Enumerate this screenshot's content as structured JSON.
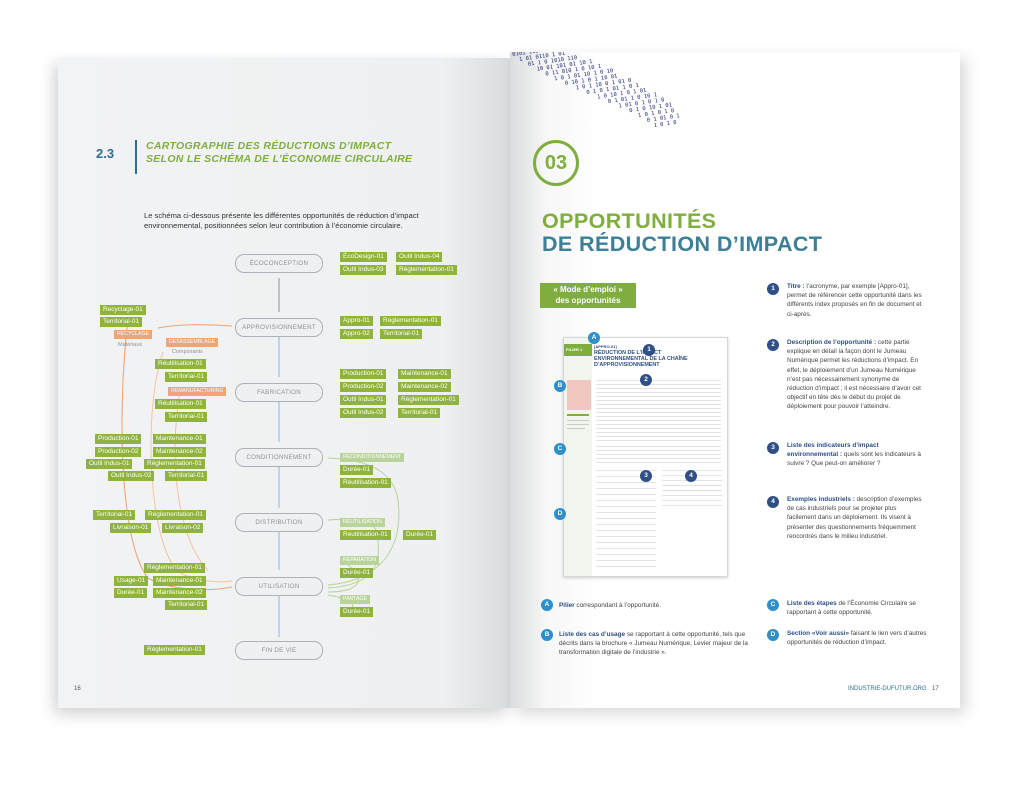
{
  "left_page": {
    "section_number": "2.3",
    "section_title_line1": "CARTOGRAPHIE DES RÉDUCTIONS D’IMPACT",
    "section_title_line2": "SELON LE SCHÉMA DE L’ÉCONOMIE CIRCULAIRE",
    "intro_text": "Le schéma ci-dessous présente les différentes opportunités de réduction d’impact environnemental, positionnées selon leur contribution à l’économie circulaire.",
    "page_number": "16",
    "stages": [
      "ÉCOCONCEPTION",
      "APPROVISIONNEMENT",
      "FABRICATION",
      "CONDITIONNEMENT",
      "DISTRIBUTION",
      "UTILISATION",
      "FIN DE VIE"
    ],
    "tags": {
      "eco": [
        "ÉcoDesign-01",
        "Outil Indus-04",
        "Outil Indus-03",
        "Réglementation-01"
      ],
      "appro_right": [
        "Appro-01",
        "Réglementation-01",
        "Appro-02",
        "Territorial-01"
      ],
      "appro_left": [
        "Recyclage-01",
        "Territorial-01"
      ],
      "appro_left2": [
        "Réutilisation-01",
        "Territorial-01"
      ],
      "fab_left": [
        "Réutilisation-01",
        "Territorial-01"
      ],
      "fab_right": [
        "Production-01",
        "Maintenance-01",
        "Production-02",
        "Maintenance-02",
        "Outil Indus-01",
        "Réglementation-01",
        "Outil Indus-02",
        "Territorial-01"
      ],
      "cond_left": [
        "Production-01",
        "Maintenance-01",
        "Production-02",
        "Maintenance-02",
        "Outil Indus-01",
        "Réglementation-01",
        "Outil Indus-02",
        "Territorial-01"
      ],
      "cond_right": [
        "Durée-01",
        "Réutilisation-01"
      ],
      "dist_left": [
        "Territorial-01",
        "Réglementation-01",
        "Livraison-01",
        "Livraison-02"
      ],
      "dist_right": [
        "Réutilisation-01",
        "Durée-01"
      ],
      "util_left": [
        "Réglementation-01",
        "Usage-01",
        "Maintenance-01",
        "Durée-01",
        "Maintenance-02",
        "Territorial-01"
      ],
      "util_right": [
        "Durée-01",
        "Durée-01"
      ],
      "fin_left": [
        "Réglementation-01"
      ]
    },
    "loop_labels": {
      "recyclage": "RECYCLAGE",
      "materiaux": "Matériaux",
      "desassemblage": "DÉSASSEMBLAGE",
      "composants": "Composants",
      "remanufacturing": "REMANUFACTURING",
      "reconditionnement": "RECONDITIONNEMENT",
      "reutilisation": "RÉUTILISATION",
      "reparation": "RÉPARATION",
      "partage": "PARTAGE"
    }
  },
  "right_page": {
    "chapter_number": "03",
    "title_line1": "OPPORTUNITÉS",
    "title_line2": "DE RÉDUCTION D’IMPACT",
    "mode_label_line1": "« Mode d’emploi »",
    "mode_label_line2": "des opportunités",
    "numbered_items": [
      {
        "n": "1",
        "title": "Titre :",
        "text": "l’acronyme, par exemple [Appro-01], permet de référencer cette opportunité dans les différents index proposés en fin de document et ci-après."
      },
      {
        "n": "2",
        "title": "Description de l’opportunité :",
        "text": "cette partie explique en détail la façon dont le Jumeau Numérique permet les réductions d’impact. En effet, le déploiement d’un Jumeau Numérique n’est pas nécessairement synonyme de réduction d’impact ; il est nécessaire d’avoir cet objectif en tête dès le début du projet de déploiement pour pouvoir l’atteindre."
      },
      {
        "n": "3",
        "title": "Liste des indicateurs d’impact environnemental :",
        "text": "quels sont les indicateurs à suivre ? Que peut-on améliorer ?"
      },
      {
        "n": "4",
        "title": "Exemples industriels :",
        "text": "description d’exemples de cas industriels pour se projeter plus facilement dans un déploiement. Ils visent à présenter des questionnements fréquemment rencontrés dans le milieu industriel."
      }
    ],
    "lettered_items": [
      {
        "l": "A",
        "title": "Pilier",
        "text": "correspondant à l’opportunité."
      },
      {
        "l": "B",
        "title": "Liste des cas d’usage",
        "text": "se rapportant à cette opportunité, tels que décrits dans la brochure « Jumeau Numérique, Levier majeur de la transformation digitale de l’industrie »."
      },
      {
        "l": "C",
        "title": "Liste des étapes",
        "text": "de l’Économie Circulaire se rapportant à cette opportunité."
      },
      {
        "l": "D",
        "title": "Section «Voir aussi»",
        "text": "faisant le lien vers d’autres opportunités de réduction d’impact."
      }
    ],
    "mini_page": {
      "pillar": "PILIER 1",
      "code": "[APPRO-01]",
      "title": "RÉDUCTION DE L’IMPACT ENVIRONNEMENTAL DE LA CHAÎNE D’APPROVISIONNEMENT"
    },
    "footer_url": "INDUSTRIE-DUFUTUR.ORG",
    "page_number": "17"
  },
  "colors": {
    "green": "#7fae3f",
    "blue": "#2e6e8e",
    "navy": "#2f4f86",
    "orange": "#f0a574",
    "grey": "#aab3ba"
  }
}
